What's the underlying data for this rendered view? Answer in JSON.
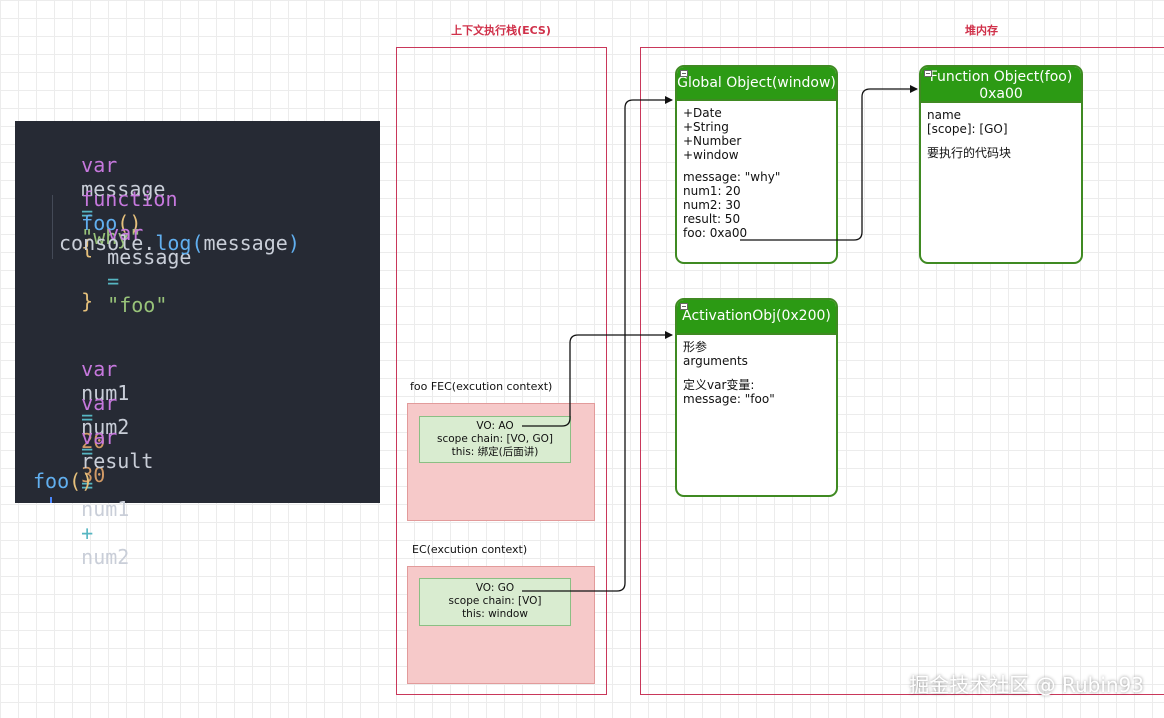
{
  "code": {
    "lines": {
      "l1": {
        "kw": "var",
        "name": "message",
        "eq": "=",
        "str": "\"why\""
      },
      "l2": {
        "kw": "function",
        "fn": "foo",
        "paren": "()",
        "brace": "{"
      },
      "l3": {
        "kw": "var",
        "name": "message",
        "eq": "=",
        "str": "\"foo\""
      },
      "l4": {
        "obj": "console",
        "dot": ".",
        "fn": "log",
        "open": "(",
        "arg": "message",
        "close": ")"
      },
      "l5": {
        "brace": "}"
      },
      "l6": {
        "kw": "var",
        "name": "num1",
        "eq": "=",
        "num": "20"
      },
      "l7": {
        "kw": "var",
        "name": "num2",
        "eq": "=",
        "num": "30"
      },
      "l8": {
        "kw": "var",
        "name": "result",
        "eq": "=",
        "a": "num1",
        "plus": "+",
        "b": "num2"
      },
      "l9": {
        "fn": "foo",
        "paren": "()"
      }
    }
  },
  "regions": {
    "ecs_title": "上下文执行栈(ECS)",
    "heap_title": "堆内存"
  },
  "contexts": {
    "fec": {
      "label": "foo FEC(excution context)",
      "vo": "VO: AO",
      "scope": "scope chain: [VO, GO]",
      "this": "this: 绑定(后面讲)"
    },
    "gec": {
      "label": "EC(excution context)",
      "vo": "VO: GO",
      "scope": "scope chain: [VO]",
      "this": "this: window"
    }
  },
  "heap": {
    "global": {
      "title": "Global Object(window)",
      "props": [
        "+Date",
        "+String",
        "+Number",
        "+window"
      ],
      "vars": [
        "message: \"why\"",
        "num1: 20",
        "num2: 30",
        "result: 50",
        "foo: 0xa00"
      ]
    },
    "func": {
      "title1": "Function Object(foo)",
      "title2": "0xa00",
      "lines": [
        "name",
        "[scope]: [GO]"
      ],
      "code": "要执行的代码块"
    },
    "ao": {
      "title": "ActivationObj(0x200)",
      "lines": [
        "形参",
        "arguments"
      ],
      "vars": [
        "定义var变量:",
        "message: \"foo\""
      ]
    }
  },
  "watermark": "掘金技术社区 @ Rubin93",
  "colors": {
    "code_bg": "#262a34",
    "frame": "#c9375a",
    "object_header": "#2c9a14",
    "context_fill": "#f6c9c9",
    "vo_fill": "#d9ecd0"
  }
}
